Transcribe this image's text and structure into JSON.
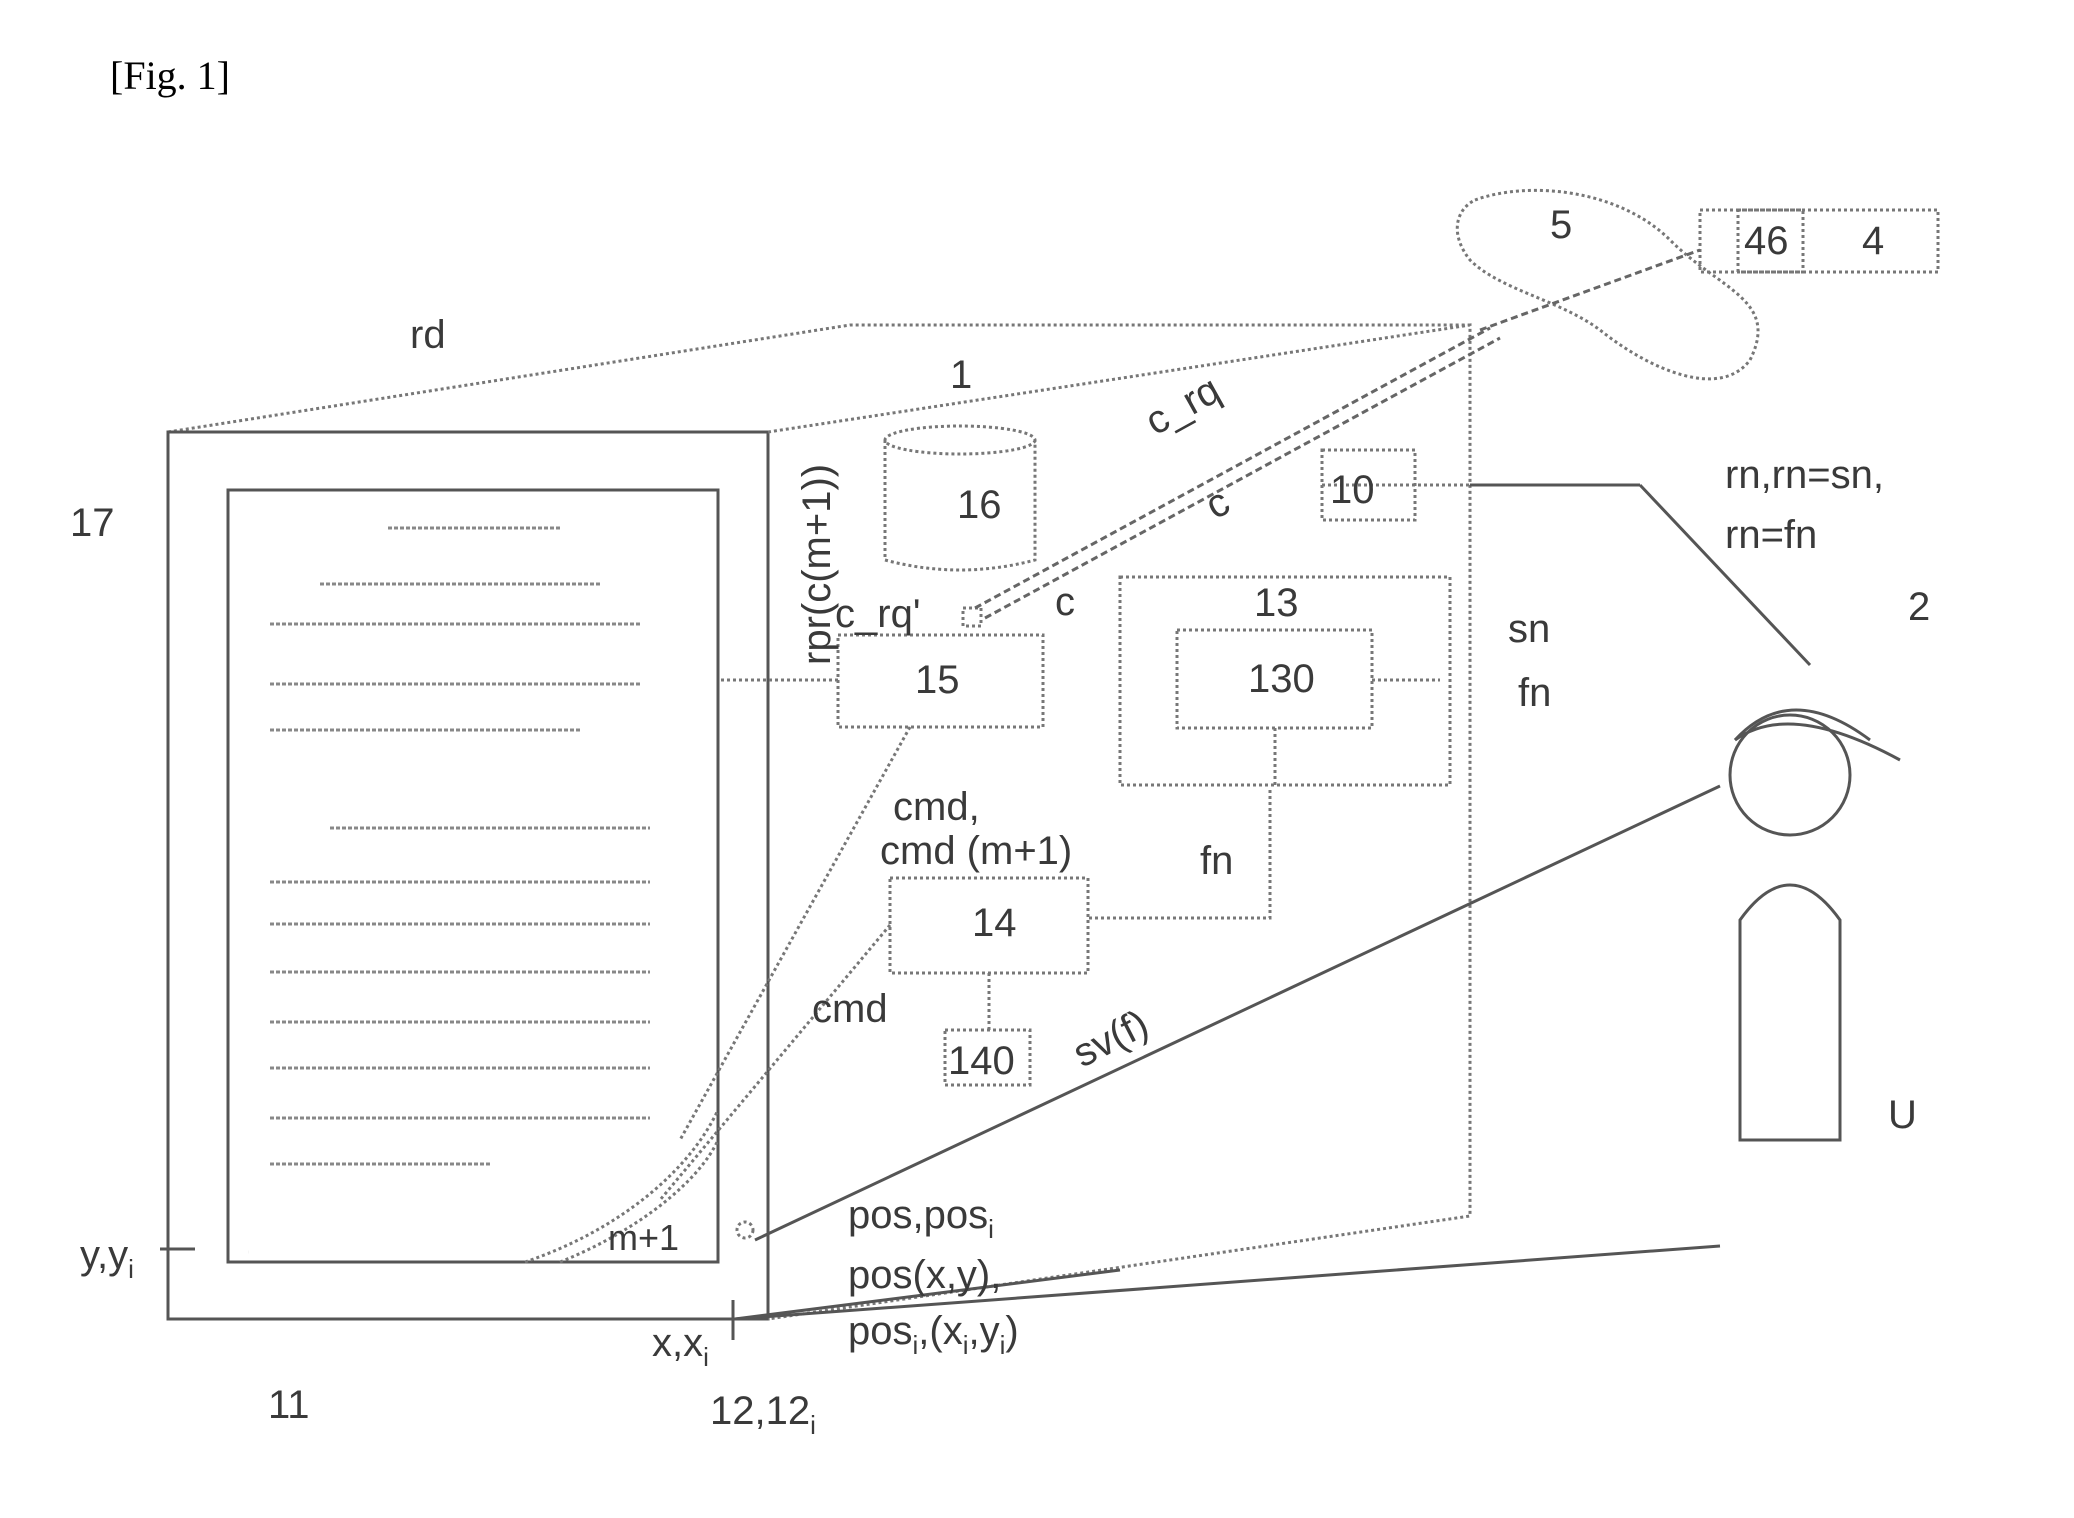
{
  "figure_label": "[Fig. 1]",
  "labels": {
    "device": "1",
    "user_device": "2",
    "remote_server": "4",
    "network": "5",
    "server_module": "46",
    "unit_10": "10",
    "unit_11": "11",
    "pos_12": "12,12",
    "pos_12_sub": "i",
    "unit_13": "13",
    "unit_130": "130",
    "unit_14": "14",
    "unit_140": "140",
    "unit_15": "15",
    "unit_16": "16",
    "unit_17": "17",
    "user": "U",
    "rd": "rd",
    "c_rq": "c_rq",
    "c": "c",
    "c_rq_prime": "c_rq'",
    "c_small": "c",
    "rpr": "rpr(c(m+1))",
    "sn": "sn",
    "fn_right": "fn",
    "fn_bottom": "fn",
    "rn_line1": "rn,rn=sn,",
    "rn_line2": "rn=fn",
    "cmd_line1": "cmd,",
    "cmd_line2": "cmd (m+1)",
    "cmd_lower": "cmd",
    "sv": "sv(f)",
    "m1": "m+1",
    "pos_line1": "pos,pos",
    "pos_line1_sub": "i",
    "pos_line2": "pos(x,y),",
    "pos_line3_a": "pos",
    "pos_line3_sub": "i",
    "pos_line3_b": ",(x",
    "pos_line3_sub2": "i",
    "pos_line3_c": ",y",
    "pos_line3_sub3": "i",
    "pos_line3_d": ")",
    "yyi": "y,y",
    "yyi_sub": "i",
    "xxi": "x,x",
    "xxi_sub": "i"
  }
}
